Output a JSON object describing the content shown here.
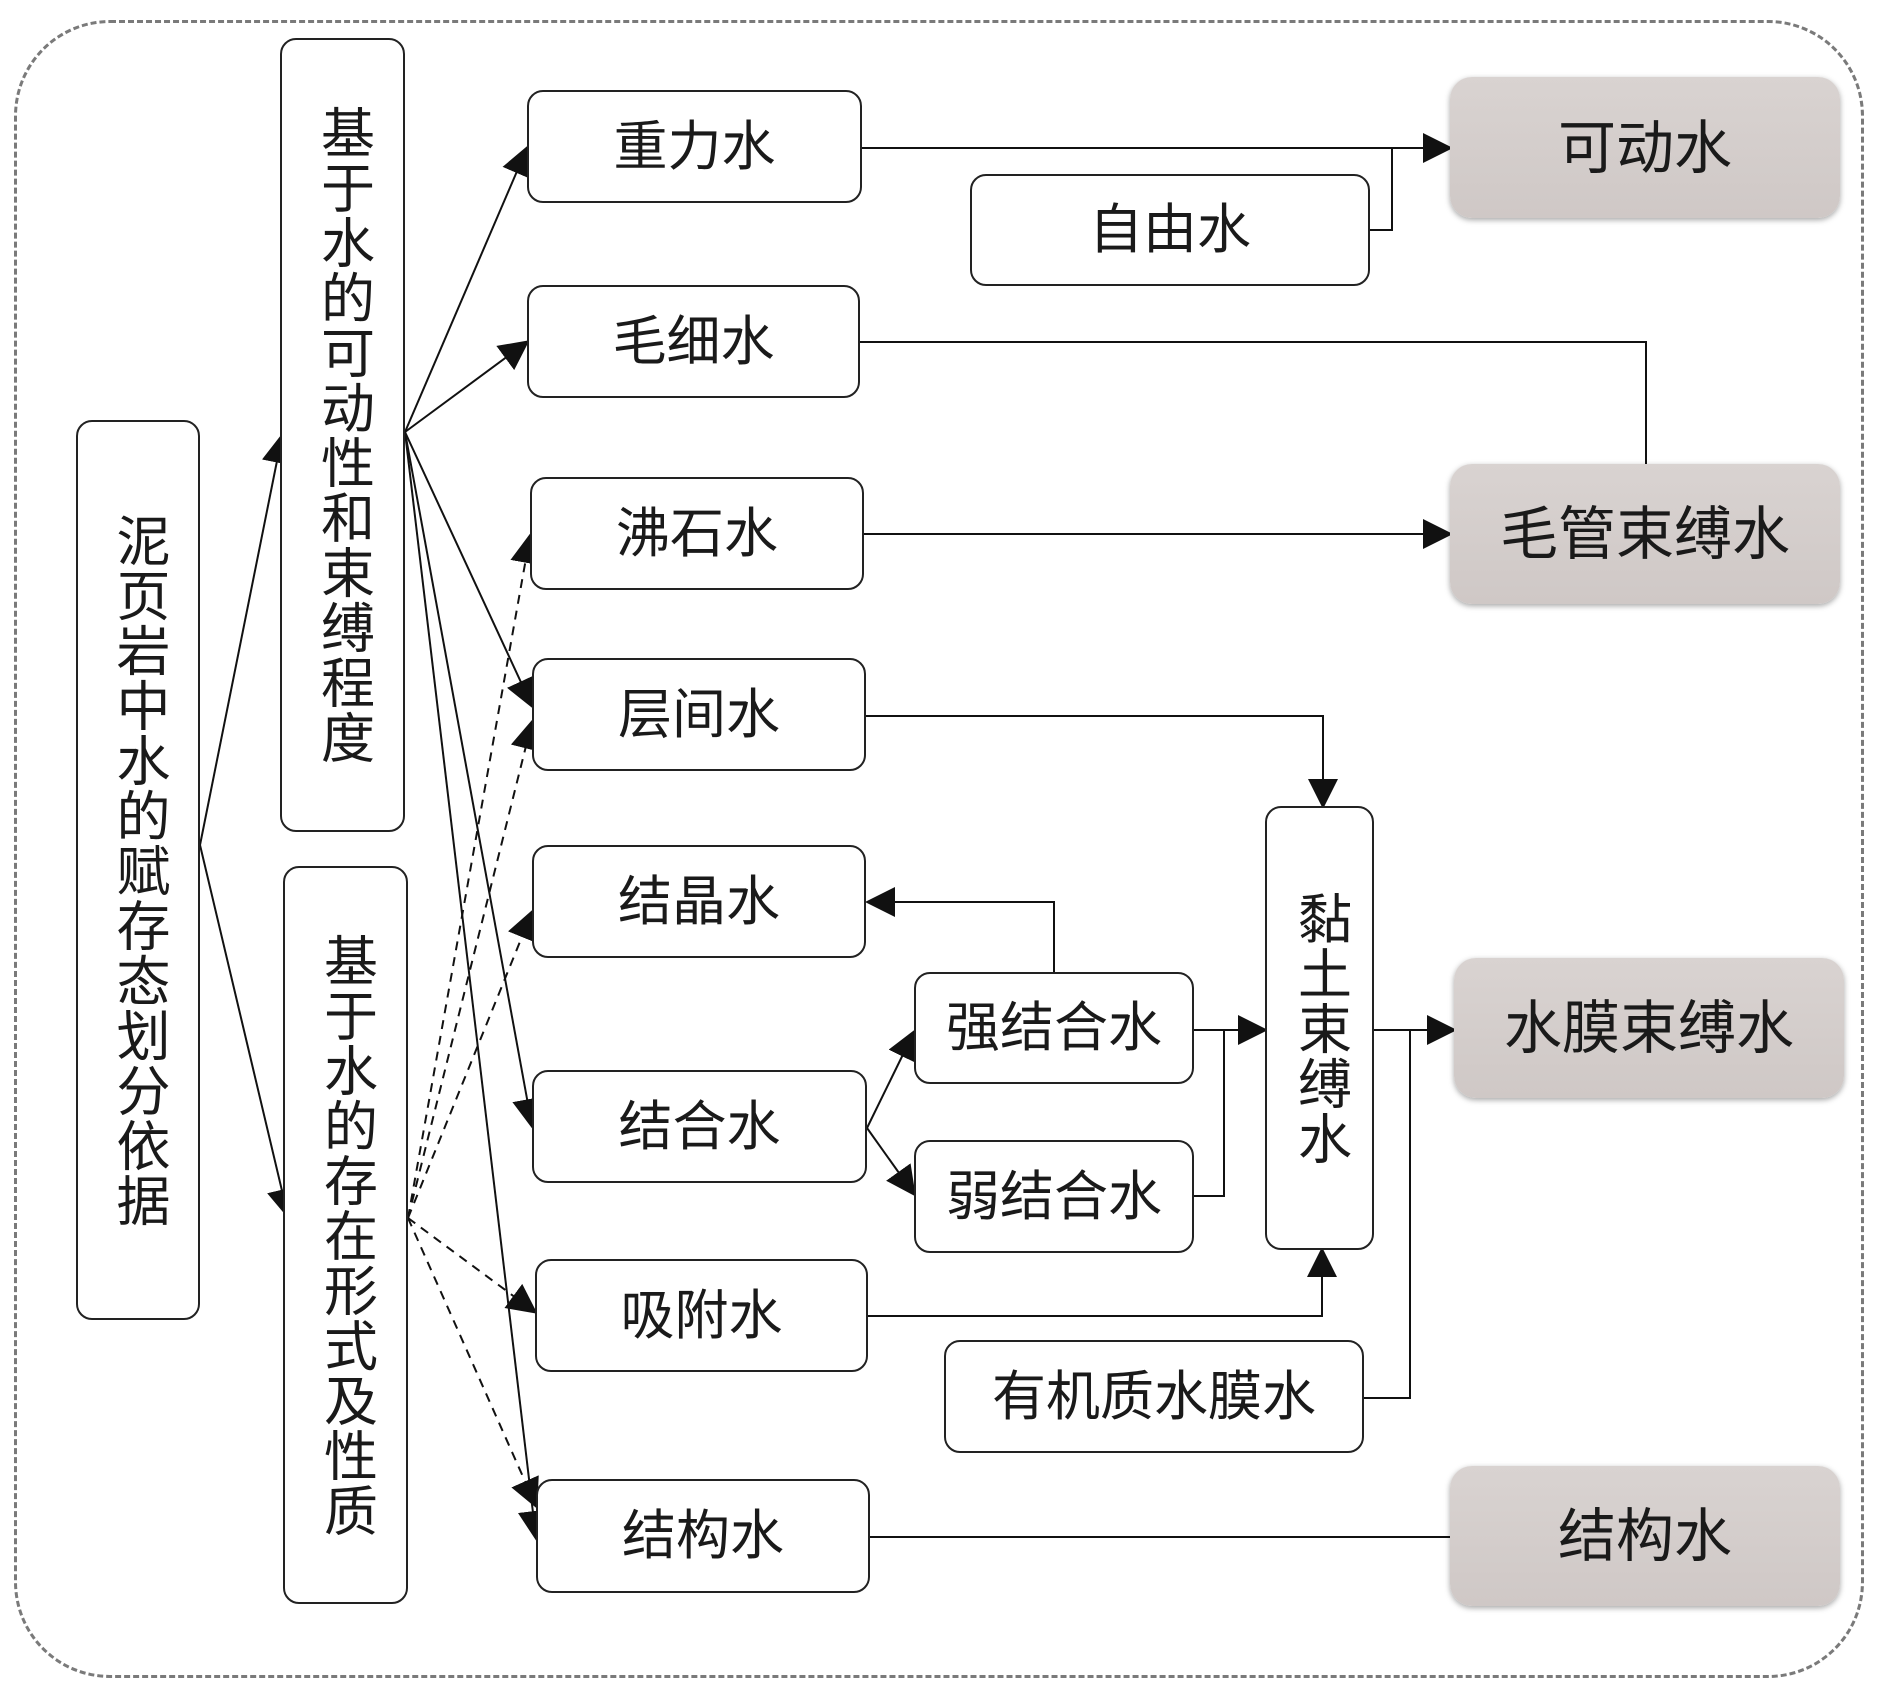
{
  "root": {
    "label": "泥页岩中水的赋存态划分依据"
  },
  "criteria": {
    "mobility": "基于水的可动性和束缚程度",
    "form": "基于水的存在形式及性质"
  },
  "types": {
    "gravity": "重力水",
    "free": "自由水",
    "capillary": "毛细水",
    "zeolite": "沸石水",
    "interlayer": "层间水",
    "crystal": "结晶水",
    "bound": "结合水",
    "strong_bound": "强结合水",
    "weak_bound": "弱结合水",
    "adsorbed": "吸附水",
    "organic_film": "有机质水膜水",
    "structural": "结构水",
    "clay_bound": "黏土束缚水"
  },
  "categories": {
    "movable": "可动水",
    "capillary_bound": "毛管束缚水",
    "film_bound": "水膜束缚水",
    "structural": "结构水"
  }
}
